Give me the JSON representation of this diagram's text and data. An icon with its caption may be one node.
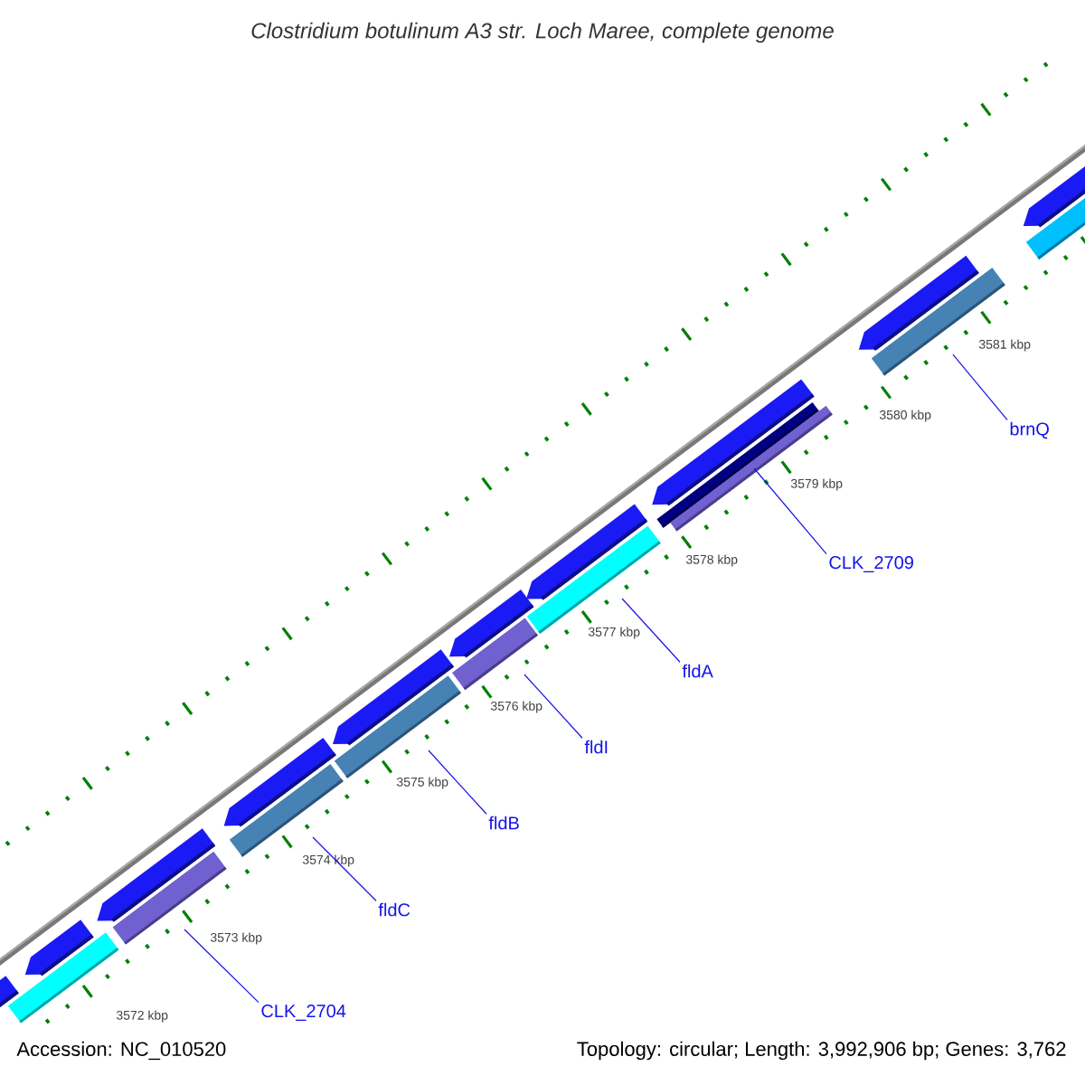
{
  "diagram": {
    "title": "*Clostridium botulinum* A3 str. Loch Maree, complete genome",
    "nodes": [
      {
        "text": [
          "brnQ"
        ]
      },
      {
        "text": [
          "CLK_2709"
        ]
      },
      {
        "text": [
          "fldA"
        ]
      },
      {
        "text": [
          "fldI"
        ]
      },
      {
        "text": [
          "fldB"
        ]
      },
      {
        "text": [
          "fldC"
        ]
      },
      {
        "text": [
          "CLK_2704"
        ]
      }
    ],
    "edges": [
      {
        "from": 0,
        "to": null,
        "arrow": "none"
      },
      {
        "from": 1,
        "to": null,
        "arrow": "none"
      },
      {
        "from": 2,
        "to": null,
        "arrow": "none"
      },
      {
        "from": 3,
        "to": null,
        "arrow": "none"
      },
      {
        "from": 4,
        "to": null,
        "arrow": "none"
      },
      {
        "from": 5,
        "to": null,
        "arrow": "none"
      },
      {
        "from": 6,
        "to": null,
        "arrow": "none"
      }
    ],
    "labels": [
      "3581 kbp",
      "3580 kbp",
      "3579 kbp",
      "3578 kbp",
      "3577 kbp",
      "3576 kbp",
      "3575 kbp",
      "3574 kbp",
      "3573 kbp",
      "3572 kbp",
      "Accession: NC_010520",
      "Topology: circular; Length: 3,992,906 bp; Genes: 3,762"
    ]
  }
}
